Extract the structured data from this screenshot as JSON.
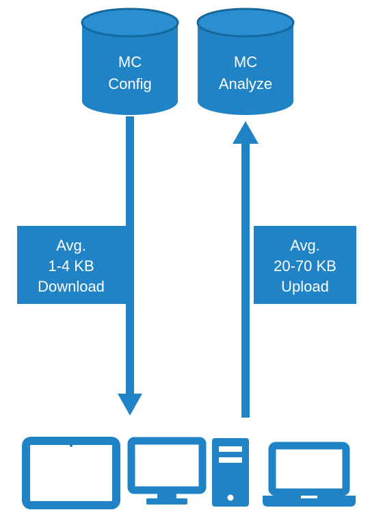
{
  "colors": {
    "cylinder": "#1f83c6",
    "cylinder_edge": "#16679c",
    "arrow": "#1f83c6",
    "box": "#1f83c6",
    "device": "#1f83c6",
    "text": "#ffffff"
  },
  "databases": [
    {
      "line1": "MC",
      "line2": "Config"
    },
    {
      "line1": "MC",
      "line2": "Analyze"
    }
  ],
  "flows": [
    {
      "line1": "Avg.",
      "line2": "1-4 KB",
      "line3": "Download",
      "direction": "down"
    },
    {
      "line1": "Avg.",
      "line2": "20-70 KB",
      "line3": "Upload",
      "direction": "up"
    }
  ],
  "devices": [
    {
      "icon": "tablet-icon"
    },
    {
      "icon": "desktop-monitor-icon"
    },
    {
      "icon": "tower-pc-icon"
    },
    {
      "icon": "laptop-icon"
    }
  ]
}
